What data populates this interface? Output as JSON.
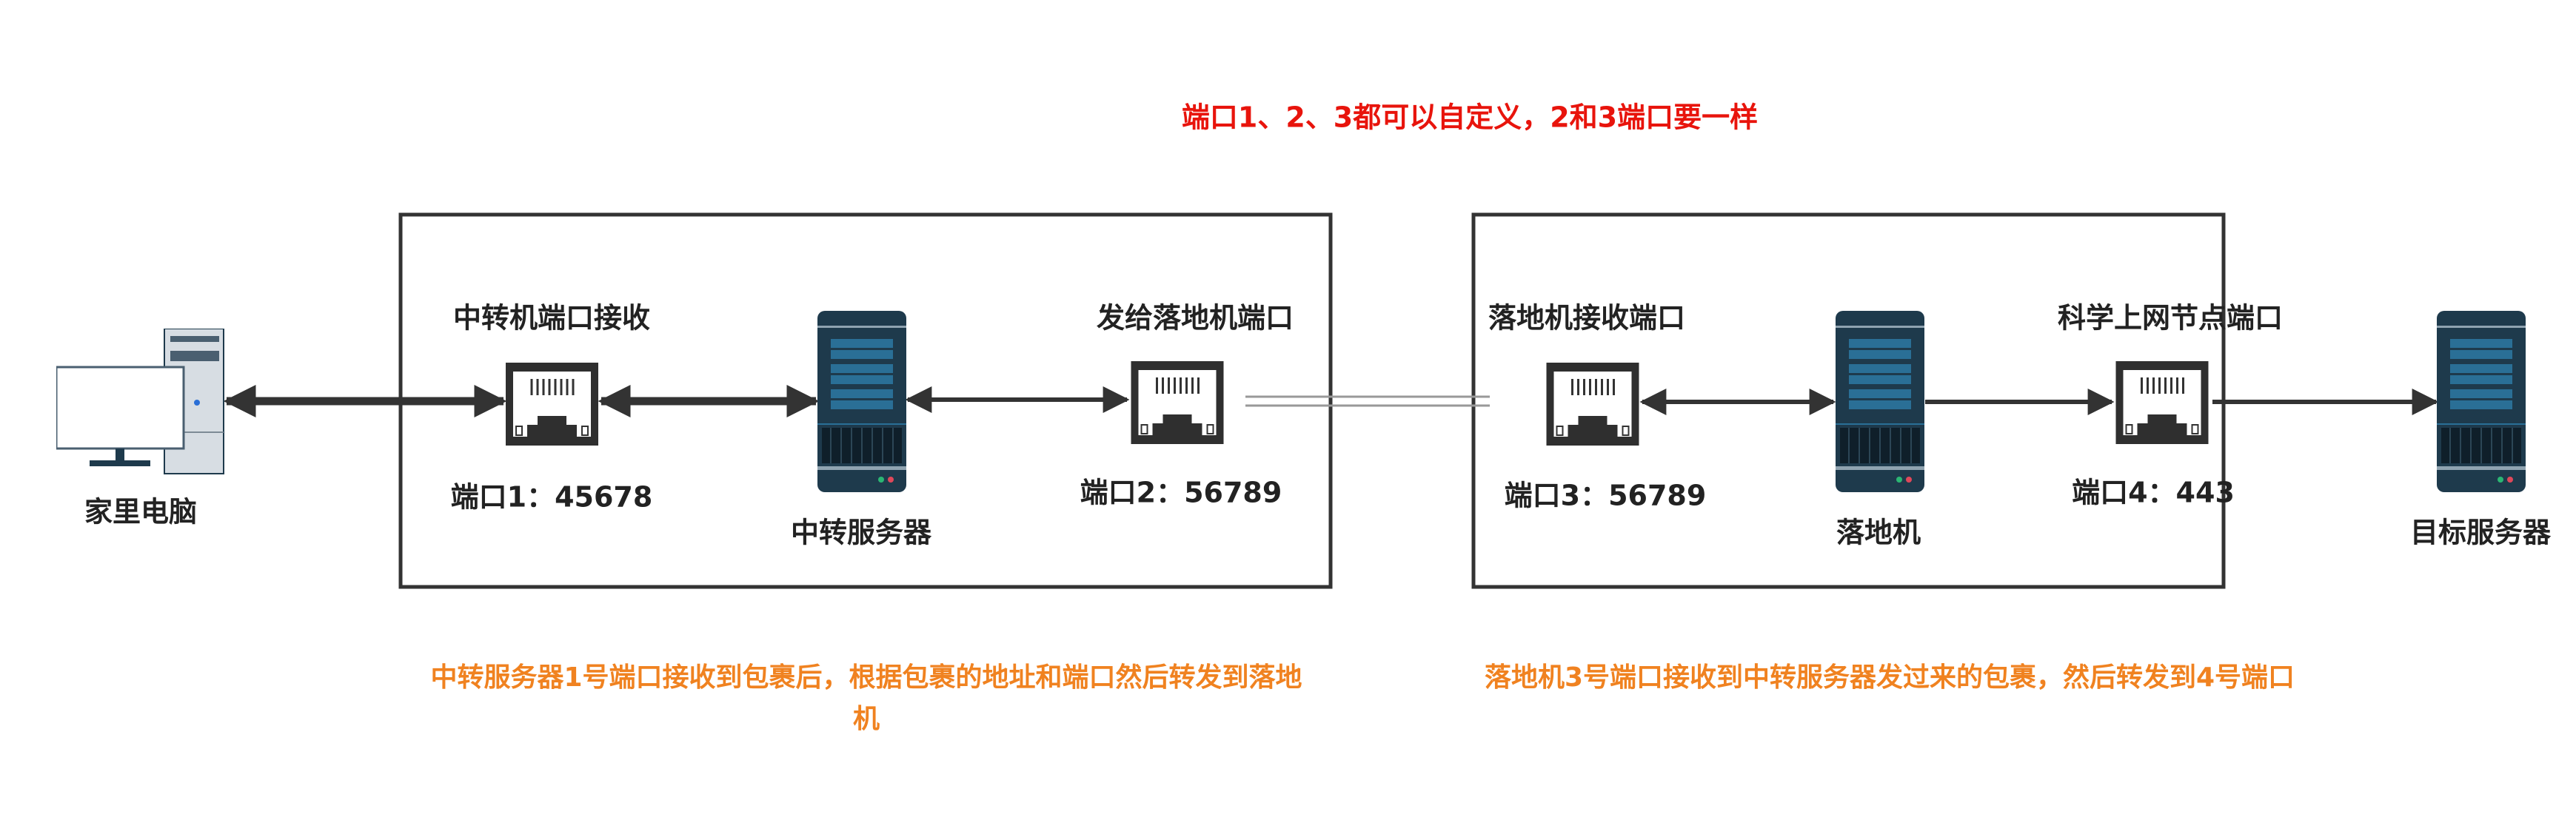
{
  "title": "端口1、2、3都可以自定义，2和3端口要一样",
  "nodes": {
    "home_pc": "家里电脑",
    "relay_server": "中转服务器",
    "landing_server": "落地机",
    "target_server": "目标服务器"
  },
  "ports": {
    "port1_heading": "中转机端口接收",
    "port1_label": "端口1：45678",
    "port2_heading": "发给落地机端口",
    "port2_label": "端口2：56789",
    "port3_heading": "落地机接收端口",
    "port3_label": "端口3：56789",
    "port4_heading": "科学上网节点端口",
    "port4_label": "端口4：443"
  },
  "notes": {
    "relay_note": "中转服务器1号端口接收到包裹后，根据包裹的地址和端口然后转发到落地机",
    "landing_note": "落地机3号端口接收到中转服务器发过来的包裹，然后转发到4号端口"
  },
  "colors": {
    "title": "#e8140c",
    "note": "#f08220",
    "server": "#1e3a4c",
    "line": "#333333"
  }
}
